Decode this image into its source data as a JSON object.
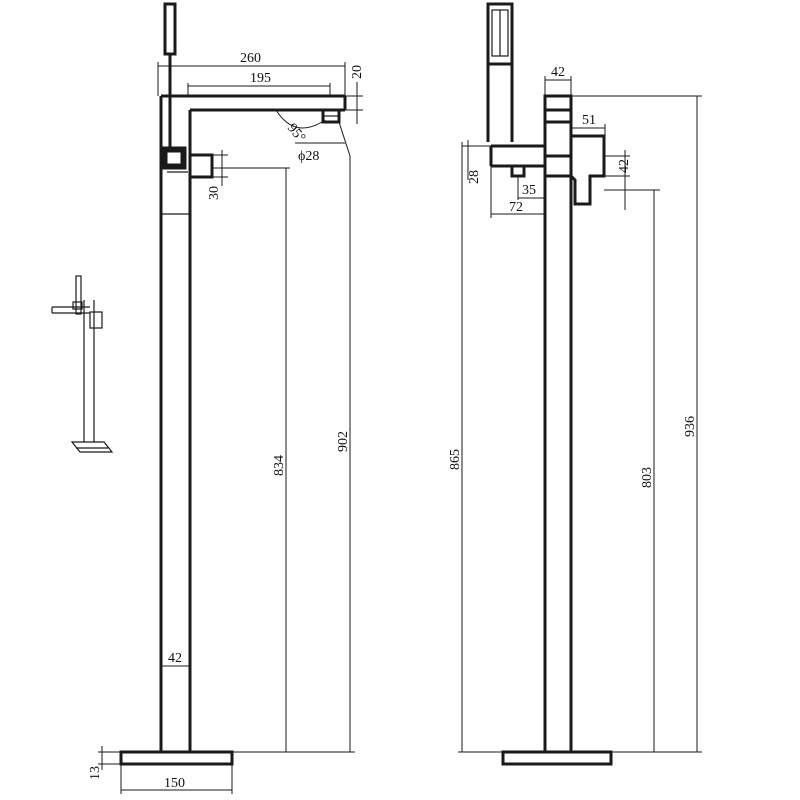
{
  "front_view": {
    "spout_length": "260",
    "spout_reach": "195",
    "spout_thickness": "20",
    "spout_angle": "95°",
    "outlet_diameter": "ϕ28",
    "mixer_height": "30",
    "height_to_handle": "834",
    "overall_height": "902",
    "column_width": "42",
    "base_thickness": "13",
    "base_width": "150"
  },
  "side_view": {
    "column_width": "42",
    "lever_offset": "51",
    "lever_height": "42",
    "spout_thickness": "28",
    "outlet_offset": "35",
    "spout_projection": "72",
    "spout_height": "865",
    "handle_height": "803",
    "overall_height": "936"
  },
  "icons": {
    "thumbnail": "freestanding-bath-mixer-icon"
  }
}
